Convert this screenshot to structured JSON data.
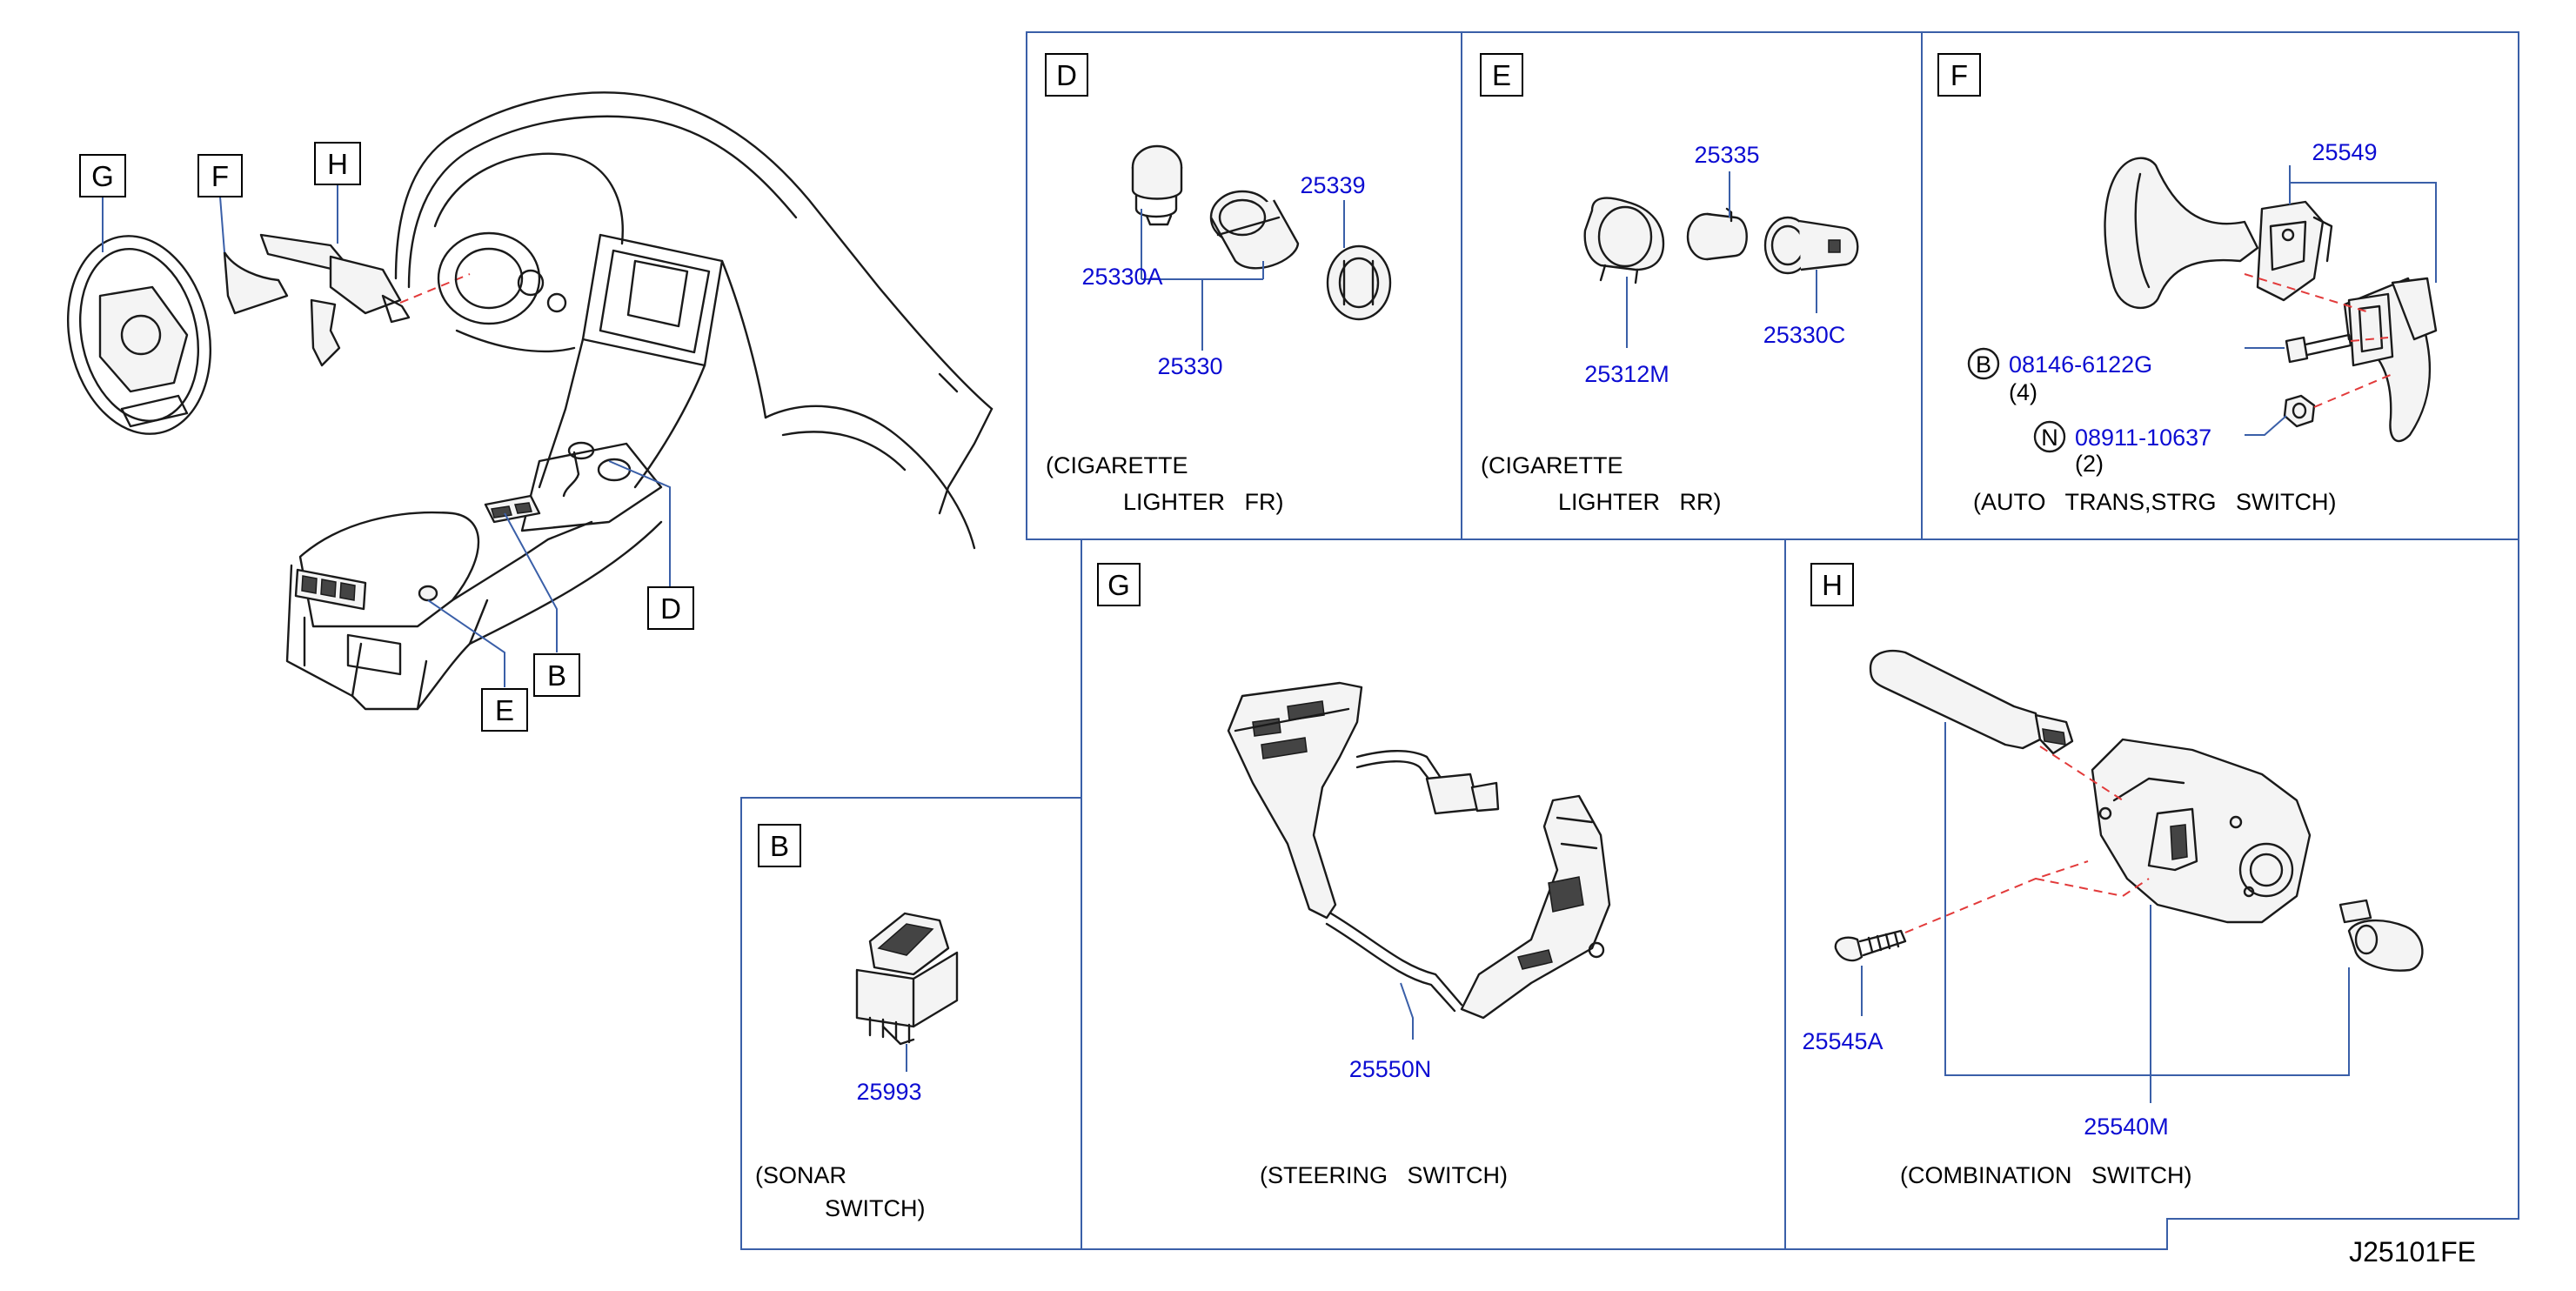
{
  "diagram_code": "J25101FE",
  "overview": {
    "callouts": [
      "G",
      "F",
      "H",
      "D",
      "B",
      "E"
    ]
  },
  "panels": {
    "d": {
      "letter": "D",
      "parts": [
        "25330A",
        "25339",
        "25330"
      ],
      "caption_line1": "(CIGARETTE",
      "caption_line2": "LIGHTER   FR)"
    },
    "e": {
      "letter": "E",
      "parts": [
        "25335",
        "25312M",
        "25330C"
      ],
      "caption_line1": "(CIGARETTE",
      "caption_line2": "LIGHTER   RR)"
    },
    "f": {
      "letter": "F",
      "parts": [
        "25549"
      ],
      "fasteners": [
        {
          "symbol": "B",
          "number": "08146-6122G",
          "qty": "(4)"
        },
        {
          "symbol": "N",
          "number": "08911-10637",
          "qty": "(2)"
        }
      ],
      "caption": "(AUTO   TRANS,STRG   SWITCH)"
    },
    "b": {
      "letter": "B",
      "parts": [
        "25993"
      ],
      "caption_line1": "(SONAR",
      "caption_line2": "SWITCH)"
    },
    "g": {
      "letter": "G",
      "parts": [
        "25550N"
      ],
      "caption": "(STEERING   SWITCH)"
    },
    "h": {
      "letter": "H",
      "parts": [
        "25545A",
        "25540M"
      ],
      "caption": "(COMBINATION   SWITCH)"
    }
  }
}
